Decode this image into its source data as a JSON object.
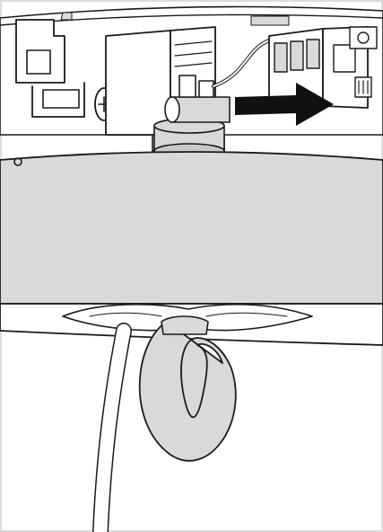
{
  "figure": {
    "kind": "installation-illustration",
    "parts": [
      "mounting-bracket",
      "terminal-block",
      "direction-arrow",
      "canopy",
      "cable",
      "loop-hook"
    ]
  },
  "colors": {
    "outline": "#1a1a1a",
    "fill_light": "#ffffff",
    "fill_shade": "#d9d9d9",
    "fill_shade_dark": "#c9c9c9",
    "arrow": "#111111",
    "frame": "#dcdcdc"
  }
}
